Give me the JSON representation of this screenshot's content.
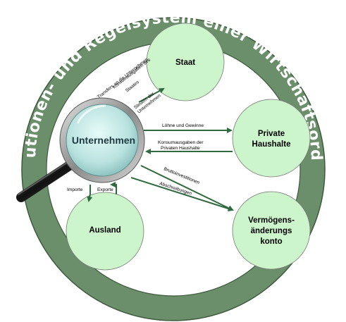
{
  "ring": {
    "text": "Institutionen- und Regelsystem einer Wirtschaftsordnung"
  },
  "center": {
    "label": "Unternehmen"
  },
  "nodes": {
    "staat": "Staat",
    "haushalte_line1": "Private",
    "haushalte_line2": "Haushalte",
    "ausland": "Ausland",
    "vermoegen_line1": "Vermögens-",
    "vermoegen_line2": "änderungs",
    "vermoegen_line3": "konto"
  },
  "flows": {
    "transfers": "Transfers an die Unternehmen",
    "konsum_staat_line1": "Konsumausgaben des",
    "konsum_staat_line2": "Staates",
    "steuern_line1": "Steuern der",
    "steuern_line2": "Unternehmen",
    "loehne": "Löhne und Gewinne",
    "konsum_haushalte_line1": "Konsumausgaben der",
    "konsum_haushalte_line2": "Privaten Haushalte",
    "brutto": "Bruttoinvestitionen",
    "abschreibungen": "Abschreibungen",
    "importe": "Importe",
    "exporte": "Exporte"
  },
  "colors": {
    "ring": "#6b8f6b",
    "ring_outline": "#3d5a3d",
    "node_fill": "#ccf5cc",
    "arrow": "#2f6b3f",
    "lens": "#bfe6e4"
  }
}
